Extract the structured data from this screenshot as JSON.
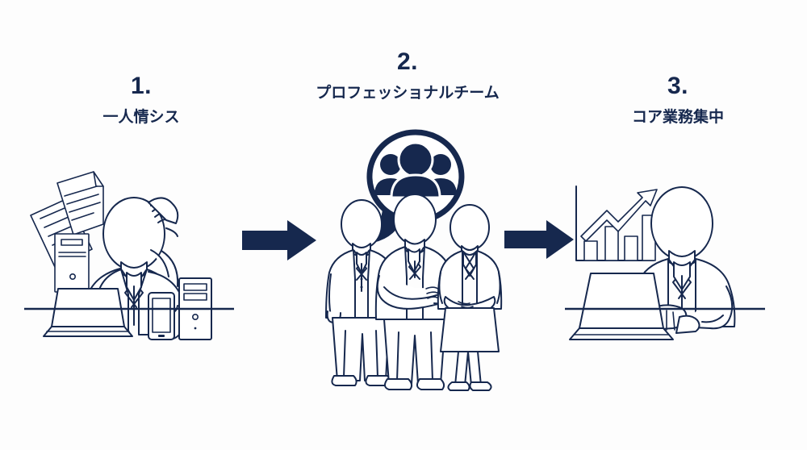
{
  "meta": {
    "background_color": "#fdfdfd",
    "ink_color": "#16284e",
    "accent_color": "#16284e"
  },
  "steps": [
    {
      "number": "1.",
      "caption": "一人情シス",
      "illustration": "stressed-lone-it-worker-with-papers-laptop-phone-server"
    },
    {
      "number": "2.",
      "caption": "プロフェッショナルチーム",
      "illustration": "three-business-people-with-group-speech-bubble"
    },
    {
      "number": "3.",
      "caption": "コア業務集中",
      "illustration": "businessperson-at-laptop-with-rising-bar-chart"
    }
  ],
  "connectors": [
    {
      "name": "arrow-step1-to-step2",
      "direction": "right"
    },
    {
      "name": "arrow-step2-to-step3",
      "direction": "right"
    }
  ],
  "icons": {
    "group_bubble": "people-group-icon",
    "arrow": "arrow-right-icon",
    "chart": "bar-chart-growth-icon",
    "laptop": "laptop-icon",
    "phone": "smartphone-icon",
    "tower": "desktop-tower-icon",
    "documents": "documents-icon"
  }
}
